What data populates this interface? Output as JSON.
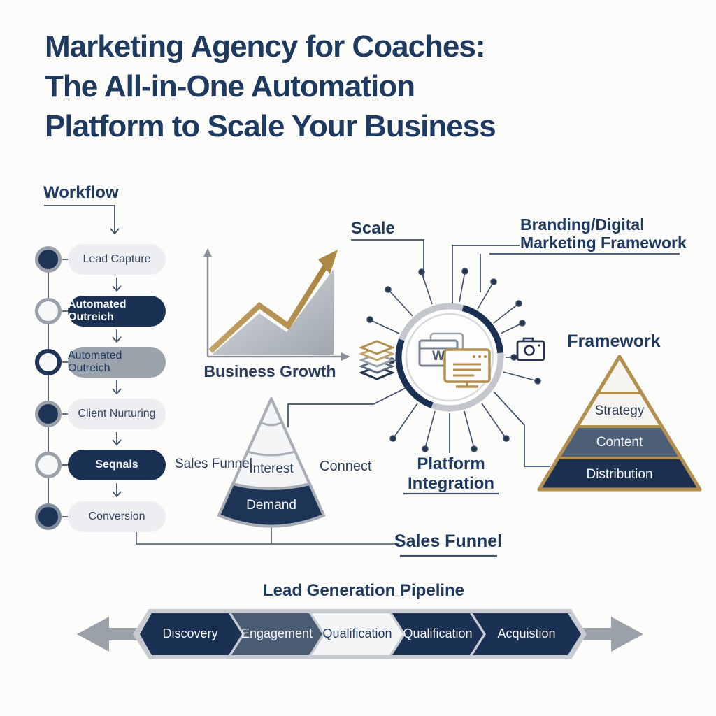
{
  "colors": {
    "navy": "#1f3a60",
    "navy_fill": "#1a3153",
    "slate": "#4e5f78",
    "gold": "#b3904f",
    "silver": "#b9bec6",
    "light_pill": "#eceef1",
    "gray_pill": "#9ba3ad"
  },
  "title": {
    "line1": "Marketing Agency for Coaches:",
    "line2": "The All-in-One Automation",
    "line3": "Platform to Scale Your Business"
  },
  "workflow": {
    "heading": "Workflow",
    "steps": [
      {
        "label": "Lead Capture"
      },
      {
        "label": "Automated Outreich"
      },
      {
        "label": "Automated Outreich"
      },
      {
        "label": "Client Nurturing"
      },
      {
        "label": "Seqnals"
      },
      {
        "label": "Conversion"
      }
    ]
  },
  "growth_chart": {
    "label": "Business Growth"
  },
  "hub": {
    "scale_label": "Scale",
    "branding_line1": "Branding/Digital",
    "branding_line2": "Marketing Framework",
    "platform_line1": "Platform",
    "platform_line2": "Integration",
    "connect_label": "Connect",
    "window_letter": "W",
    "icons": [
      "browser-window-icon",
      "gold-website-icon",
      "camera-icon",
      "layers-icon"
    ]
  },
  "funnel": {
    "left_label": "Sales Funnel",
    "bottom_label": "Sales Funnel",
    "segment_interest": "Interest",
    "segment_demand": "Demand"
  },
  "pyramid": {
    "heading": "Framework",
    "tier_strategy": "Strategy",
    "tier_content": "Content",
    "tier_distribution": "Distribution"
  },
  "pipeline": {
    "heading": "Lead Generation Pipeline",
    "stages": [
      {
        "label": "Discovery"
      },
      {
        "label": "Engagement"
      },
      {
        "label": "Qualification"
      },
      {
        "label": "Qualification"
      },
      {
        "label": "Acquistion"
      }
    ]
  }
}
